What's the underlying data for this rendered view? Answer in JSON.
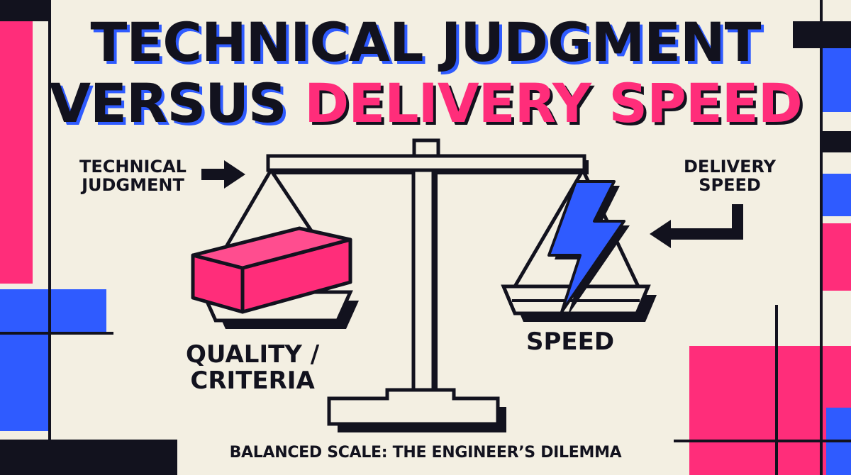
{
  "title": {
    "line1": "TECHNICAL JUDGMENT",
    "line2_part1": "VERSUS",
    "line2_part2": "DELIVERY SPEED"
  },
  "labels": {
    "technical_judgment": "TECHNICAL\nJUDGMENT",
    "delivery_speed": "DELIVERY\nSPEED",
    "quality": "QUALITY /\nCRITERIA",
    "speed": "SPEED"
  },
  "caption": "BALANCED SCALE: THE ENGINEER’S DILEMMA",
  "icons": {
    "brick": "brick-icon",
    "lightning": "lightning-bolt-icon",
    "scale": "balance-scale-icon"
  },
  "colors": {
    "background": "#f3efe2",
    "ink": "#12121e",
    "pink": "#ff2d7a",
    "blue": "#2f5bff"
  }
}
